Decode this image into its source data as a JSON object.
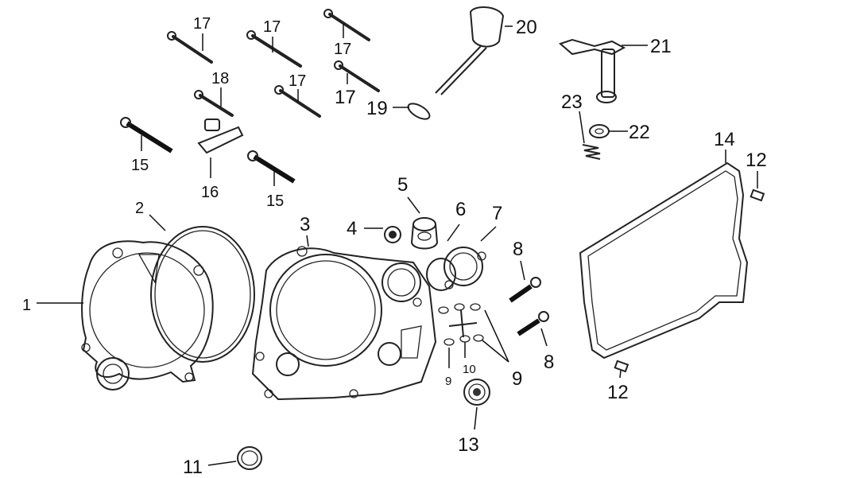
{
  "diagram": {
    "title": "Right crankcase cover exploded parts diagram",
    "callouts": [
      {
        "id": "c1",
        "label": "1"
      },
      {
        "id": "c2",
        "label": "2"
      },
      {
        "id": "c3",
        "label": "3"
      },
      {
        "id": "c4",
        "label": "4"
      },
      {
        "id": "c5",
        "label": "5"
      },
      {
        "id": "c6",
        "label": "6"
      },
      {
        "id": "c7",
        "label": "7"
      },
      {
        "id": "c8a",
        "label": "8"
      },
      {
        "id": "c8b",
        "label": "8"
      },
      {
        "id": "c9a",
        "label": "9"
      },
      {
        "id": "c9b",
        "label": "9"
      },
      {
        "id": "c10",
        "label": "10"
      },
      {
        "id": "c11",
        "label": "11"
      },
      {
        "id": "c12a",
        "label": "12"
      },
      {
        "id": "c12b",
        "label": "12"
      },
      {
        "id": "c13",
        "label": "13"
      },
      {
        "id": "c14",
        "label": "14"
      },
      {
        "id": "c15a",
        "label": "15"
      },
      {
        "id": "c15b",
        "label": "15"
      },
      {
        "id": "c16",
        "label": "16"
      },
      {
        "id": "c17a",
        "label": "17"
      },
      {
        "id": "c17b",
        "label": "17"
      },
      {
        "id": "c17c",
        "label": "17"
      },
      {
        "id": "c17d",
        "label": "17"
      },
      {
        "id": "c17e",
        "label": "17"
      },
      {
        "id": "c18",
        "label": "18"
      },
      {
        "id": "c19",
        "label": "19"
      },
      {
        "id": "c20",
        "label": "20"
      },
      {
        "id": "c21",
        "label": "21"
      },
      {
        "id": "c22",
        "label": "22"
      },
      {
        "id": "c23",
        "label": "23"
      }
    ]
  }
}
